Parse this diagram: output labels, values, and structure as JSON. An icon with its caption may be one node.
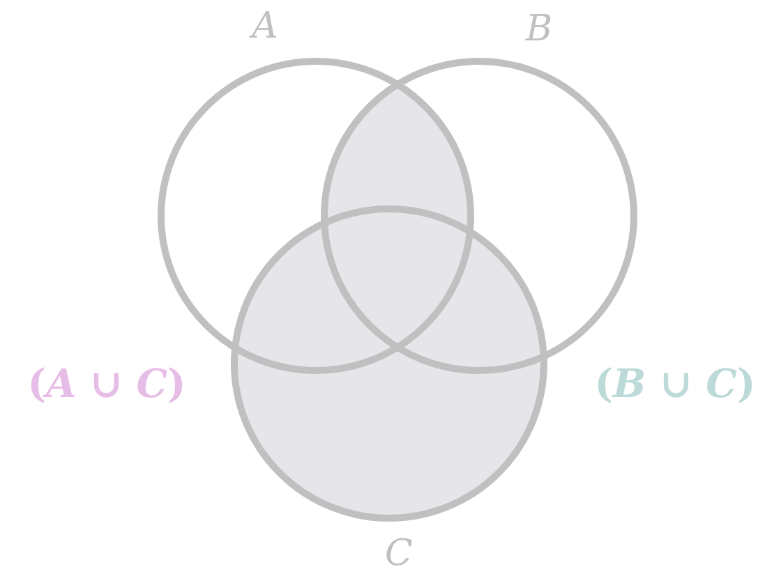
{
  "diagram": {
    "nodes": [
      {
        "text": [
          "A"
        ]
      },
      {
        "text": [
          "B"
        ]
      },
      {
        "text": [
          "C"
        ]
      }
    ],
    "labels": [
      "(*A* ∪ *C*)",
      "(*B* ∪ *C*)"
    ]
  }
}
